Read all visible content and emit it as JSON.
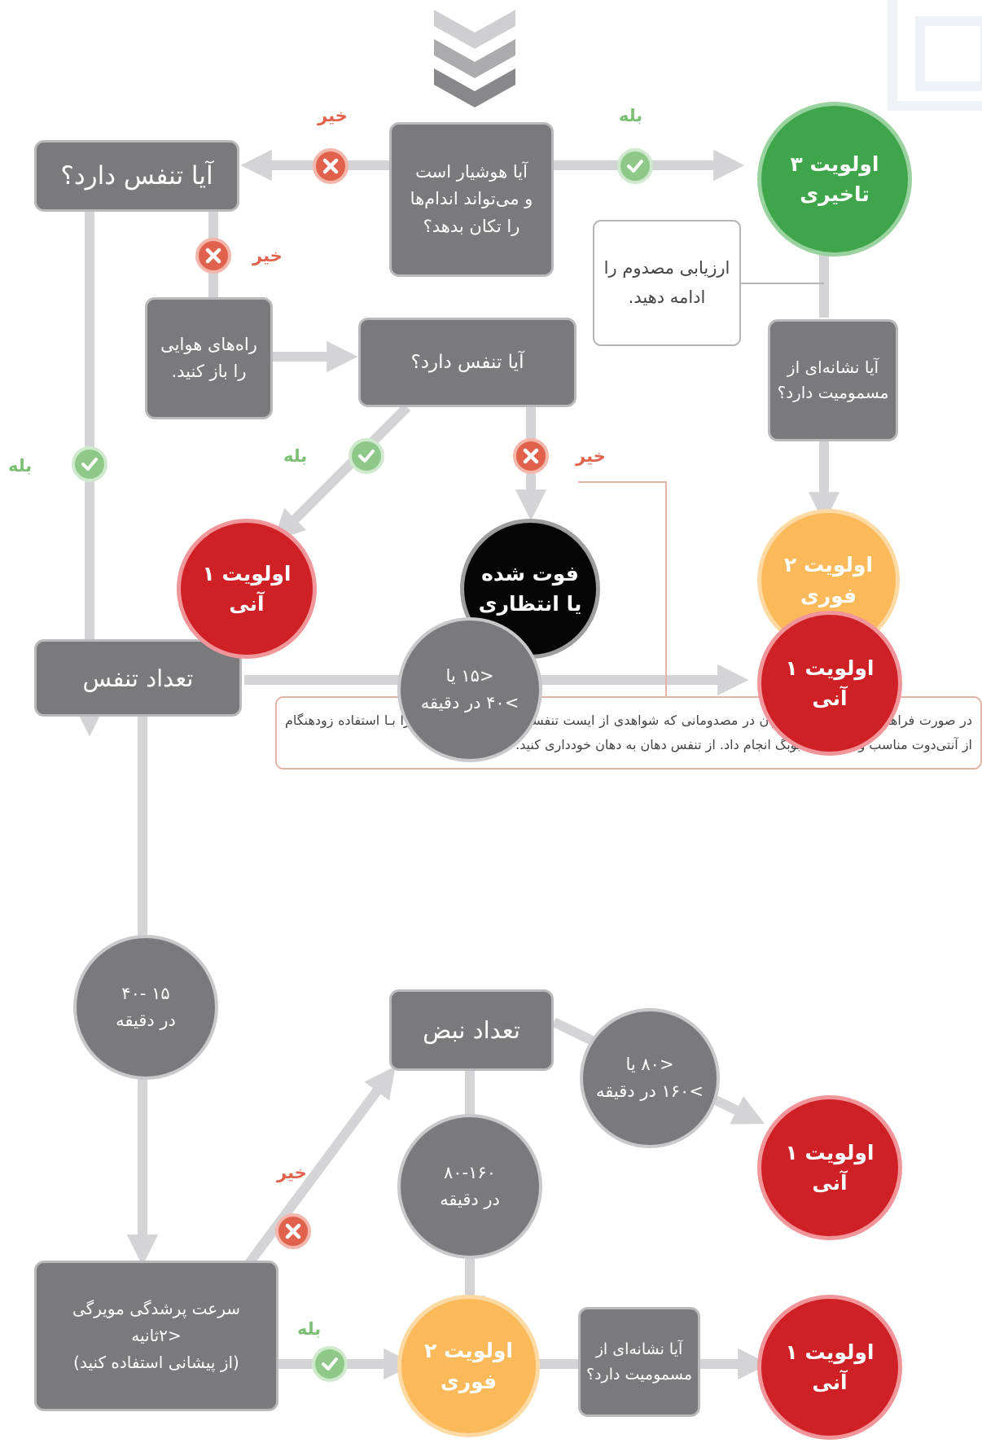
{
  "colors": {
    "box": "#7a7a7c",
    "connector": "#d4d4d6",
    "no": "#e0614c",
    "yes": "#7dc075",
    "priority_delayed": "#3ea54b",
    "priority_immediate": "#cf2026",
    "priority_urgent": "#fbb95a",
    "deceased": "#050505"
  },
  "labels": {
    "yes": "بله",
    "no": "خیر"
  },
  "nodes": {
    "breathing_q1": "آیا تنفس دارد؟",
    "alert_q": "آیا هوشیار است\nو می‌تواند اندام‌ها\nرا تکان بدهد؟",
    "priority3": "اولویت ۳\nتاخیری",
    "continue_note": "ارزیابی مصدوم را\nادامه دهید.",
    "open_airway": "راه‌های هوایی\nرا باز کنید.",
    "breathing_q2": "آیا تنفس دارد؟",
    "poison_q1": "آیا نشانه‌ای از\nمسمومیت دارد؟",
    "priority1_a": "اولویت ۱\nآنی",
    "deceased": "فوت شده\nیا انتظاری",
    "priority2_a": "اولویت ۲\nفوری",
    "cpr_note": "در صورت فراهم بودن شرایط، می‌توان در مصدومانی که شواهدی از ایست تنفسی دارند، عملیات احیـا را بـا استفاده زودهنگام از آنتی‌دوت مناسب و تهویه با آمبوبگ انجام داد. از تنفس دهان به دهان خودداری کنید.",
    "resp_rate": "تعداد تنفس",
    "resp_abnormal": "<۱۵ یا\n>۴۰ در دقیقه",
    "priority1_b": "اولویت ۱\nآنی",
    "resp_normal": "۱۵ -۴۰\nدر دقیقه",
    "pulse_rate": "تعداد نبض",
    "pulse_abnormal": "<۸۰ یا\n>۱۶۰ در دقیقه",
    "priority1_c": "اولویت ۱\nآنی",
    "pulse_normal": "۸۰-۱۶۰\nدر دقیقه",
    "cap_refill": "سرعت پرشدگی مویرگی\n<۲ثانیه\n(از پیشانی استفاده کنید)",
    "priority2_b": "اولویت ۲\nفوری",
    "poison_q2": "آیا نشانه‌ای از\nمسمومیت دارد؟",
    "priority1_d": "اولویت ۱\nآنی"
  }
}
